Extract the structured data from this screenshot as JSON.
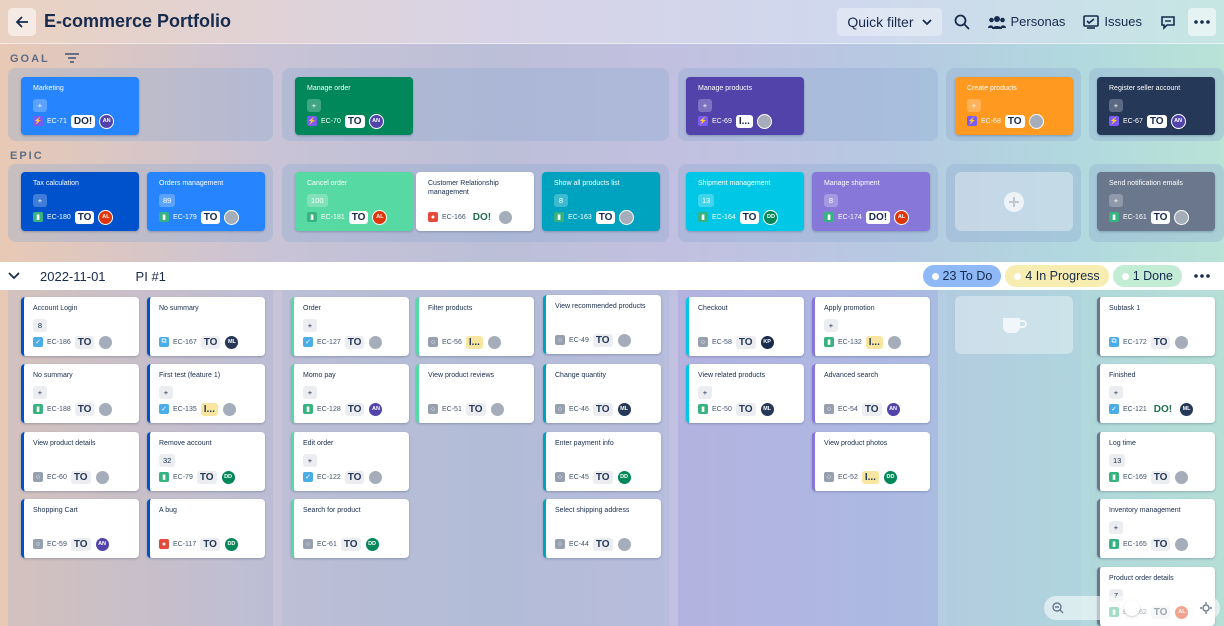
{
  "header": {
    "title": "E-commerce Portfolio",
    "quick_filter": "Quick filter",
    "personas": "Personas",
    "issues": "Issues"
  },
  "rows": {
    "goal": "GOAL",
    "epic": "EPIC"
  },
  "goals": [
    {
      "title": "Marketing",
      "chip": "+",
      "key": "EC-71",
      "status": "DO!",
      "avatar": "AN",
      "color": "#2684ff"
    },
    {
      "title": "Manage order",
      "chip": "+",
      "key": "EC-70",
      "status": "TO",
      "avatar": "AN",
      "color": "#00875a"
    },
    {
      "title": "Manage products",
      "chip": "+",
      "key": "EC-69",
      "status": "I...",
      "avatar": "",
      "color": "#5243aa"
    },
    {
      "title": "Create products",
      "chip": "+",
      "key": "EC-68",
      "status": "TO",
      "avatar": "",
      "color": "#ff991f"
    },
    {
      "title": "Register seller account",
      "chip": "+",
      "key": "EC-67",
      "status": "TO",
      "avatar": "AN",
      "color": "#253858"
    }
  ],
  "epics": [
    {
      "title": "Tax calculation",
      "chip": "+",
      "key": "EC-180",
      "status": "TO",
      "avatar": "AL",
      "color": "#0052cc"
    },
    {
      "title": "Orders management",
      "chip": "89",
      "key": "EC-179",
      "status": "TO",
      "avatar": "",
      "color": "#2684ff"
    },
    {
      "title": "Cancel order",
      "chip": "100",
      "key": "EC-181",
      "status": "TO",
      "avatar": "AL",
      "color": "#57d9a3"
    },
    {
      "title": "Customer Relationship management",
      "chip": "",
      "key": "EC-166",
      "status": "DO!",
      "avatar": "",
      "color": "#ffffff"
    },
    {
      "title": "Show all products list",
      "chip": "8",
      "key": "EC-163",
      "status": "TO",
      "avatar": "",
      "color": "#00a3bf"
    },
    {
      "title": "Shipment management",
      "chip": "13",
      "key": "EC-164",
      "status": "TO",
      "avatar": "DD",
      "color": "#00c7e6"
    },
    {
      "title": "Manage shipment",
      "chip": "8",
      "key": "EC-174",
      "status": "DO!",
      "avatar": "AL",
      "color": "#8777d9"
    },
    {
      "title": "Send notification emails",
      "chip": "+",
      "key": "EC-161",
      "status": "TO",
      "avatar": "",
      "color": "#6b778c"
    }
  ],
  "sprint": {
    "date": "2022-11-01",
    "name": "PI #1",
    "todo": "23 To Do",
    "in_progress": "4 In Progress",
    "done": "1 Done"
  },
  "issues": [
    {
      "title": "Account Login",
      "chip": "8",
      "key": "EC-186",
      "type": "task",
      "status": "TO",
      "avatar": ""
    },
    {
      "title": "No summary",
      "chip": "+",
      "key": "EC-188",
      "type": "story",
      "status": "TO",
      "avatar": ""
    },
    {
      "title": "View product details",
      "chip": "",
      "key": "EC-60",
      "type": "other",
      "status": "TO",
      "avatar": ""
    },
    {
      "title": "Shopping Cart",
      "chip": "",
      "key": "EC-59",
      "type": "other",
      "status": "TO",
      "avatar": "AN"
    },
    {
      "title": "No summary",
      "chip": "",
      "key": "EC-167",
      "type": "subtask",
      "status": "TO",
      "avatar": "ML"
    },
    {
      "title": "First test (feature 1)",
      "chip": "+",
      "key": "EC-135",
      "type": "task",
      "status": "I...",
      "avatar": ""
    },
    {
      "title": "Remove account",
      "chip": "32",
      "key": "EC-79",
      "type": "story",
      "status": "TO",
      "avatar": "DD"
    },
    {
      "title": "A bug",
      "chip": "",
      "key": "EC-117",
      "type": "bug",
      "status": "TO",
      "avatar": "DD"
    },
    {
      "title": "Order",
      "chip": "+",
      "key": "EC-127",
      "type": "task",
      "status": "TO",
      "avatar": ""
    },
    {
      "title": "Momo pay",
      "chip": "+",
      "key": "EC-128",
      "type": "story",
      "status": "TO",
      "avatar": "AN"
    },
    {
      "title": "Edit order",
      "chip": "+",
      "key": "EC-122",
      "type": "task",
      "status": "TO",
      "avatar": ""
    },
    {
      "title": "Search for product",
      "chip": "",
      "key": "EC-61",
      "type": "other",
      "status": "TO",
      "avatar": "DD"
    },
    {
      "title": "Filter products",
      "chip": "",
      "key": "EC-56",
      "type": "other",
      "status": "I...",
      "avatar": ""
    },
    {
      "title": "View product reviews",
      "chip": "",
      "key": "EC-51",
      "type": "other",
      "status": "TO",
      "avatar": ""
    },
    {
      "title": "View recommended products",
      "chip": "",
      "key": "EC-49",
      "type": "other",
      "status": "TO",
      "avatar": ""
    },
    {
      "title": "Change quantity",
      "chip": "",
      "key": "EC-46",
      "type": "other",
      "status": "TO",
      "avatar": "ML"
    },
    {
      "title": "Enter payment info",
      "chip": "",
      "key": "EC-45",
      "type": "other",
      "status": "TO",
      "avatar": "DD"
    },
    {
      "title": "Select shipping address",
      "chip": "",
      "key": "EC-44",
      "type": "other",
      "status": "TO",
      "avatar": ""
    },
    {
      "title": "Checkout",
      "chip": "",
      "key": "EC-58",
      "type": "other",
      "status": "TO",
      "avatar": "KP"
    },
    {
      "title": "View related products",
      "chip": "+",
      "key": "EC-50",
      "type": "story",
      "status": "TO",
      "avatar": "ML"
    },
    {
      "title": "Apply promotion",
      "chip": "+",
      "key": "EC-132",
      "type": "story",
      "status": "I...",
      "avatar": ""
    },
    {
      "title": "Advanced search",
      "chip": "",
      "key": "EC-54",
      "type": "other",
      "status": "TO",
      "avatar": "AN"
    },
    {
      "title": "View product photos",
      "chip": "",
      "key": "EC-52",
      "type": "other",
      "status": "I...",
      "avatar": "DD"
    },
    {
      "title": "Subtask 1",
      "chip": "",
      "key": "EC-172",
      "type": "subtask",
      "status": "TO",
      "avatar": ""
    },
    {
      "title": "Finished",
      "chip": "+",
      "key": "EC-121",
      "type": "task",
      "status": "DO!",
      "avatar": "ML"
    },
    {
      "title": "Log time",
      "chip": "13",
      "key": "EC-169",
      "type": "story",
      "status": "TO",
      "avatar": ""
    },
    {
      "title": "Inventory management",
      "chip": "+",
      "key": "EC-165",
      "type": "story",
      "status": "TO",
      "avatar": ""
    },
    {
      "title": "Product order details",
      "chip": "7",
      "key": "EC-162",
      "type": "story",
      "status": "TO",
      "avatar": "AL"
    }
  ],
  "colors": {
    "avatar_AN": "#5243aa",
    "avatar_AL": "#de350b",
    "avatar_DD": "#00875a",
    "avatar_ML": "#253858",
    "avatar_KP": "#172b4d"
  }
}
